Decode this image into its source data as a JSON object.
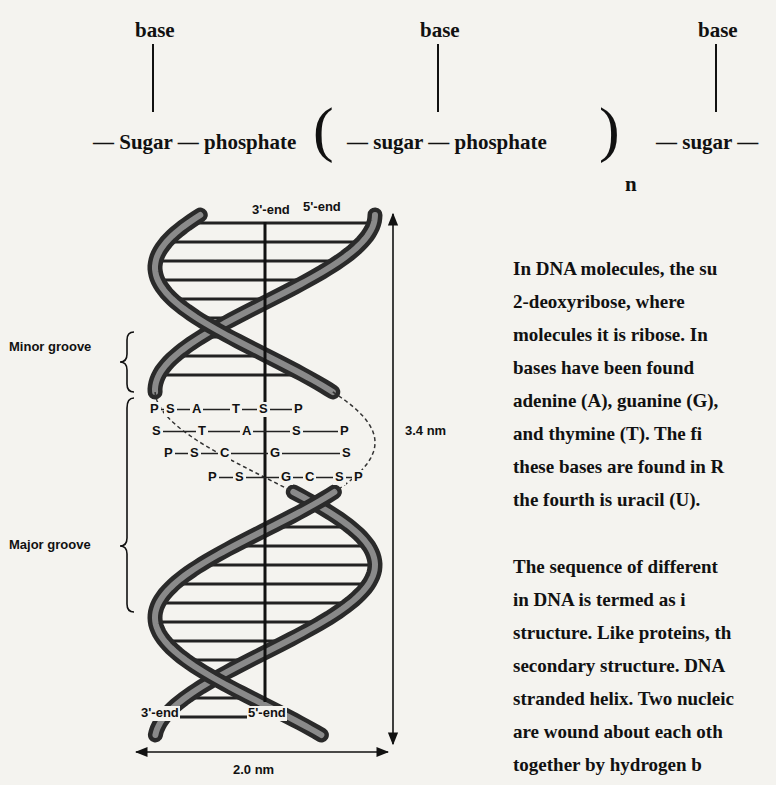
{
  "diagram": {
    "labels": [
      "base",
      "base",
      "base",
      "— Sugar — phosphate",
      "(",
      "— sugar — phosphate",
      ")",
      "n",
      "— sugar —",
      "3'-end",
      "5'-end",
      "Minor groove",
      "Major groove",
      "3.4 nm",
      "P",
      "S",
      "A",
      "T",
      "S",
      "P",
      "S",
      "T",
      "A",
      "S",
      "P",
      "P",
      "S",
      "C",
      "G",
      "S",
      "P",
      "S",
      "G",
      "C",
      "S",
      "P",
      "3'-end",
      "5'-end",
      "2.0 nm",
      "In DNA molecules, the su",
      "2-deoxyribose, where",
      "molecules it is ribose. In",
      "bases have been found",
      "adenine (A), guanine (G),",
      "and thymine (T). The fi",
      "these bases are found in R",
      "the fourth is uracil (U).",
      "The sequence of different",
      "in DNA is termed as i",
      "structure. Like proteins, th",
      "secondary structure. DNA",
      "stranded helix. Two nucleic",
      "are wound about each oth",
      "together by hydrogen b"
    ]
  }
}
